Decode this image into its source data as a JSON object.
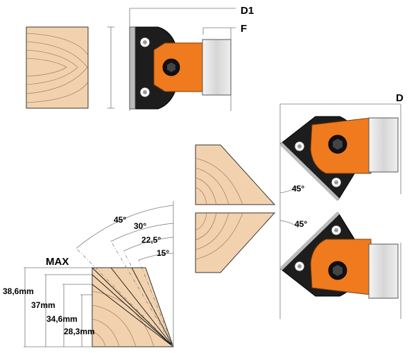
{
  "labels": {
    "d1": "D1",
    "f": "F",
    "d": "D",
    "max": "MAX",
    "angle_top": "45°",
    "angle_bottom": "45°"
  },
  "angles": [
    {
      "label": "45°",
      "deg": 45
    },
    {
      "label": "30°",
      "deg": 30
    },
    {
      "label": "22,5°",
      "deg": 22.5
    },
    {
      "label": "15°",
      "deg": 15
    }
  ],
  "heights": [
    {
      "label": "38,6mm",
      "value": 38.6
    },
    {
      "label": "37mm",
      "value": 37
    },
    {
      "label": "34,6mm",
      "value": 34.6
    },
    {
      "label": "28,3mm",
      "value": 28.3
    }
  ],
  "colors": {
    "tool_body": "#f07a1e",
    "holder": "#1d1d1d",
    "wood": "#f2d2ae",
    "knife": "#d8d8d8"
  },
  "icons": [
    "hex-socket-icon",
    "screw-icon"
  ]
}
